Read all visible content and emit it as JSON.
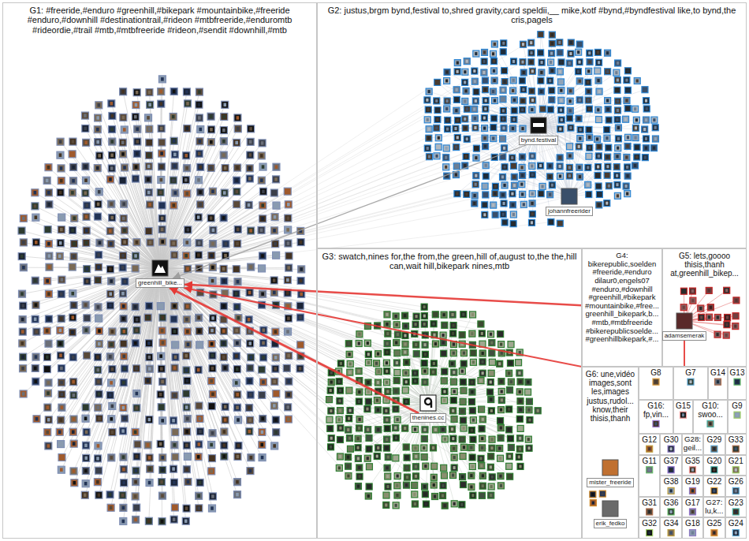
{
  "diagram": {
    "nodes": [
      {
        "text": [
          "G1: #freeride,#enduro #greenhill,#bikepark #mountainbike,#freeride #enduro,#downhill #destinationtrail,#rideon #mtbfreeride,#enduromtb #rideordie,#trail #mtb,#mtbfreeride #rideon,#sendit #downhill,#mtb"
        ]
      },
      {
        "text": [
          "greenhill_bike..."
        ],
        "in": 0
      },
      {
        "text": [
          "G2: justus,brgm bynd,festival to,shred gravity,card speldii,__ mike,kotf #bynd,#byndfestival like,to bynd,the cris,pagels"
        ]
      },
      {
        "text": [
          "bynd.festival"
        ],
        "in": 2
      },
      {
        "text": [
          "johannfreerider"
        ],
        "in": 2
      },
      {
        "text": [
          "G3: swatch,nines for,the from,the green,hill of,august to,the the,hill can,wait hill,bikepark nines,mtb"
        ]
      },
      {
        "text": [
          "thenines.cc"
        ],
        "in": 5
      },
      {
        "text": [
          "G4: bikerepublic,soelden #freeride,#enduro dilaur0,engels07 #enduro,#downhill #greenhill,#bikepark #mountainbike,#free... greenhill_bikepark,b... #mtb,#mtbfreeride #bikerepublicsoelde... #greenhillbikepark,#..."
        ]
      },
      {
        "text": [
          "G5: lets,goooo thisis,thanh at,greenhill_bikep..."
        ]
      },
      {
        "text": [
          "adamsemerak"
        ],
        "in": 8
      },
      {
        "text": [
          "G6: une,vidéo images,sont les,images justus,rudol... know,their thisis,thanh"
        ]
      },
      {
        "text": [
          "mister_freeride"
        ],
        "in": 10
      },
      {
        "text": [
          "erik_fedko"
        ],
        "in": 10
      },
      {
        "text": [
          "G8"
        ]
      },
      {
        "text": [
          "G7"
        ]
      },
      {
        "text": [
          "G14"
        ]
      },
      {
        "text": [
          "G13"
        ]
      },
      {
        "text": [
          "G16: fp,vin..."
        ]
      },
      {
        "text": [
          "G15"
        ]
      },
      {
        "text": [
          "G10: swoo..."
        ]
      },
      {
        "text": [
          "G9"
        ]
      },
      {
        "text": [
          "G12"
        ]
      },
      {
        "text": [
          "G30"
        ]
      },
      {
        "text": [
          "G28: geil..."
        ]
      },
      {
        "text": [
          "G29"
        ]
      },
      {
        "text": [
          "G33"
        ]
      },
      {
        "text": [
          "G11"
        ]
      },
      {
        "text": [
          "G37"
        ]
      },
      {
        "text": [
          "G35"
        ]
      },
      {
        "text": [
          "G20"
        ]
      },
      {
        "text": [
          "G21"
        ]
      },
      {
        "text": [
          "G38"
        ]
      },
      {
        "text": [
          "G19"
        ]
      },
      {
        "text": [
          "G22"
        ]
      },
      {
        "text": [
          "G26"
        ]
      },
      {
        "text": [
          "G31"
        ]
      },
      {
        "text": [
          "G36"
        ]
      },
      {
        "text": [
          "G17"
        ]
      },
      {
        "text": [
          "G27: lu,k..."
        ]
      },
      {
        "text": [
          "G23"
        ]
      },
      {
        "text": [
          "G32"
        ]
      },
      {
        "text": [
          "G34"
        ]
      },
      {
        "text": [
          "G18"
        ]
      },
      {
        "text": [
          "G25"
        ]
      },
      {
        "text": [
          "G24"
        ]
      }
    ],
    "edges": [
      {
        "from": 6,
        "to": 1,
        "arrow": "to"
      },
      {
        "from": 7,
        "to": 1,
        "arrow": "to"
      },
      {
        "from": 9,
        "to": 1,
        "arrow": "to"
      },
      {
        "from": 3,
        "to": 1,
        "arrow": "to"
      }
    ]
  }
}
